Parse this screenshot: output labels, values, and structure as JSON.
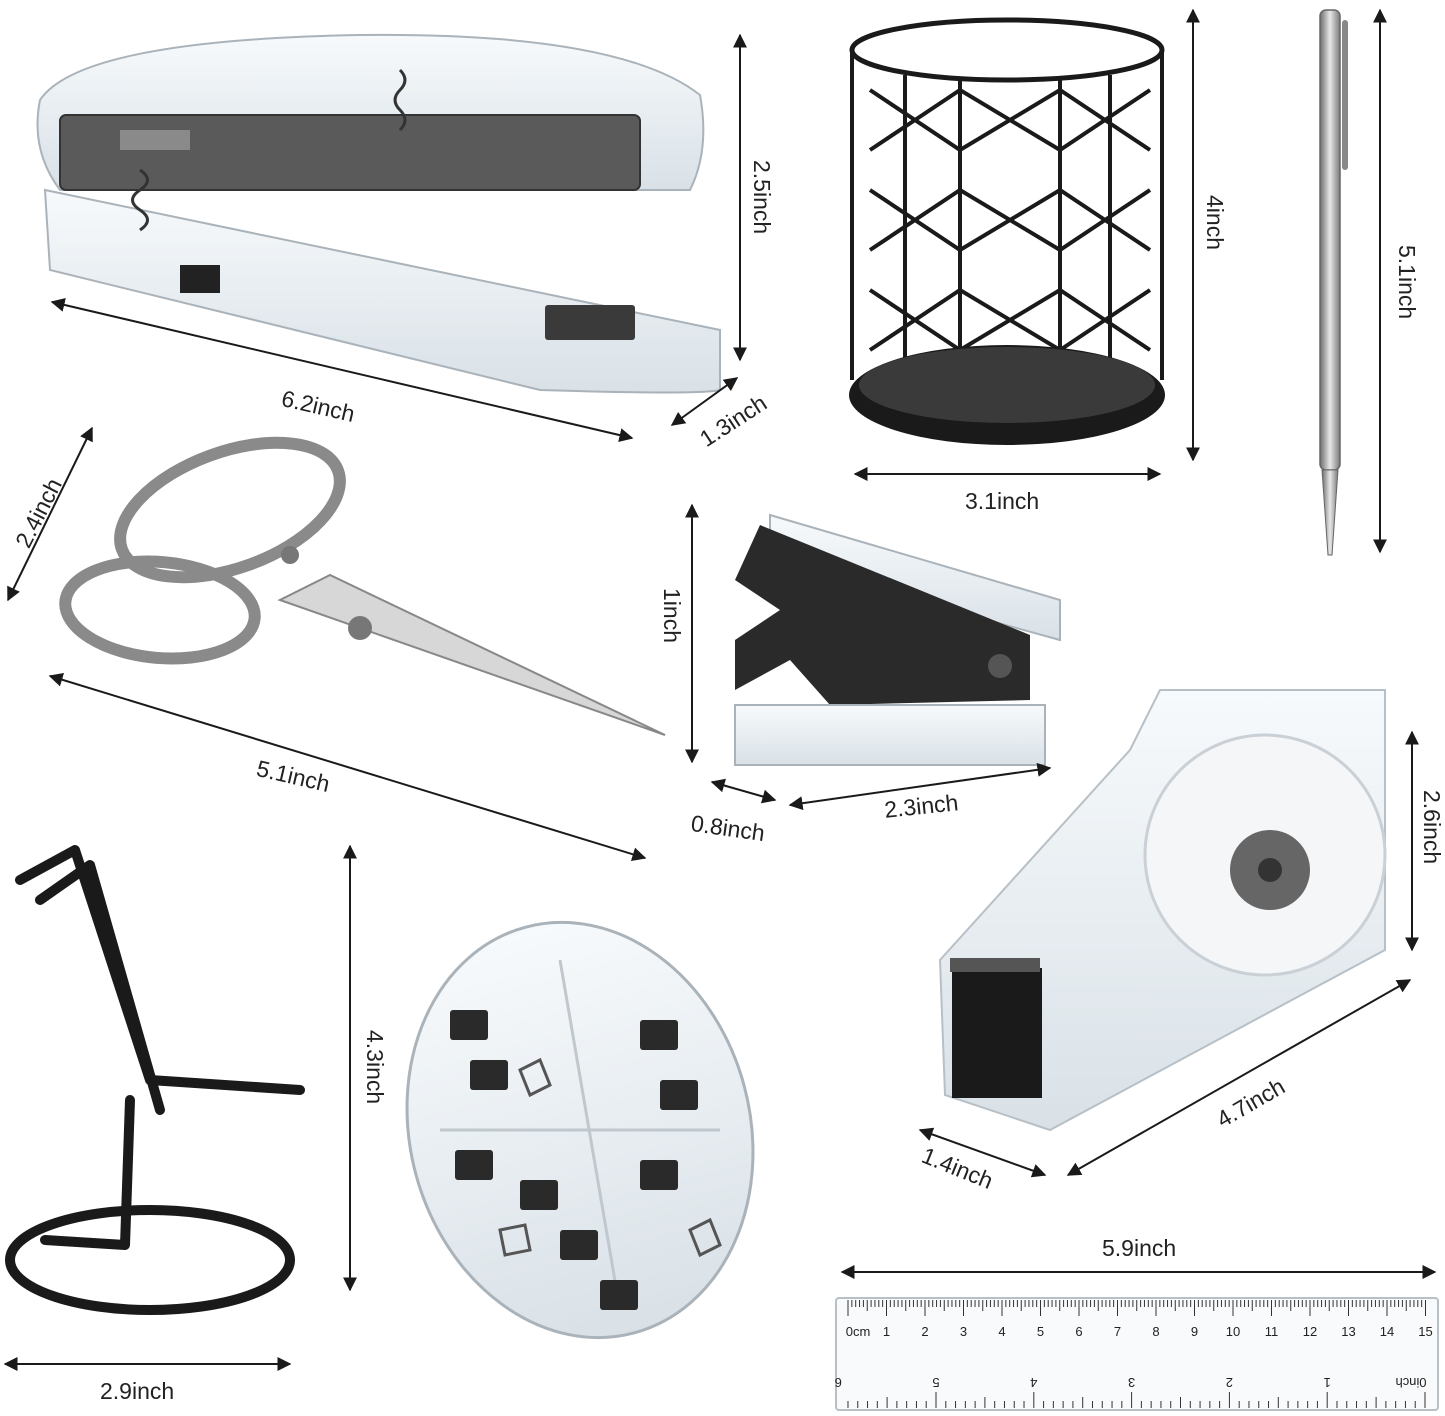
{
  "colors": {
    "ink": "#1a1a1a",
    "metal": "#9a9a9a",
    "clear": "#e6edf2",
    "bg": "#ffffff"
  },
  "items": {
    "stapler": {
      "icon": "stapler-icon",
      "length": "6.2inch",
      "height": "2.5inch",
      "width": "1.3inch"
    },
    "pen_holder": {
      "icon": "pen-holder-icon",
      "height": "4inch",
      "width": "3.1inch"
    },
    "pen": {
      "icon": "pen-icon",
      "length": "5.1inch"
    },
    "scissors": {
      "icon": "scissors-icon",
      "height": "2.4inch",
      "length": "5.1inch"
    },
    "staple_remover": {
      "icon": "staple-remover-icon",
      "height": "1inch",
      "depth": "0.8inch",
      "length": "2.3inch"
    },
    "tape_dispenser": {
      "icon": "tape-dispenser-icon",
      "height": "2.6inch",
      "length": "4.7inch",
      "width": "1.4inch"
    },
    "phone_stand": {
      "icon": "phone-stand-icon",
      "height": "4.3inch",
      "width": "2.9inch"
    },
    "clip_box": {
      "icon": "clip-box-icon"
    },
    "ruler": {
      "icon": "ruler-icon",
      "length": "5.9inch",
      "cm_label": "0cm",
      "cm_ticks": [
        "1",
        "2",
        "3",
        "4",
        "5",
        "6",
        "7",
        "8",
        "9",
        "10",
        "11",
        "12",
        "13",
        "14",
        "15"
      ],
      "inch_label": "0inch",
      "inch_ticks": [
        "1",
        "2",
        "3",
        "4",
        "5",
        "6"
      ]
    }
  }
}
